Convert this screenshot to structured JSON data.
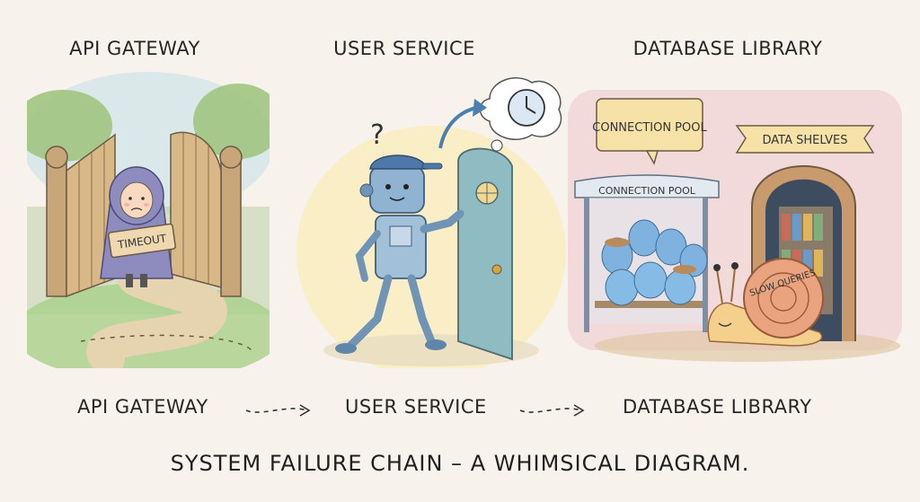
{
  "titles": {
    "gateway": "API GATEWAY",
    "service": "USER SERVICE",
    "library": "DATABASE LIBRARY"
  },
  "panel_gateway": {
    "sign_text": "TIMEOUT"
  },
  "panel_service": {
    "question_mark": "?"
  },
  "panel_library": {
    "bubble_text": "CONNECTION POOL",
    "banner_text": "DATA SHELVES",
    "shelter_sign": "CONNECTION POOL",
    "snail_text": "SLOW QUERIES"
  },
  "flow": {
    "step1": "API GATEWAY",
    "step2": "USER SERVICE",
    "step3": "DATABASE LIBRARY"
  },
  "caption": "SYSTEM FAILURE CHAIN – A WHIMSICAL DIAGRAM.",
  "colors": {
    "background": "#f7f3ec",
    "gate_wood": "#d9b888",
    "robot_blue": "#8fb3d1",
    "door_teal": "#8fbcc2",
    "pool_blob": "#7fb2de",
    "snail_shell": "#e9a37f",
    "library_pink": "#efc9cf"
  }
}
